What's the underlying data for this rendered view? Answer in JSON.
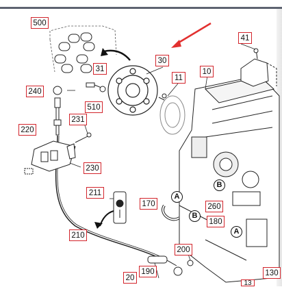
{
  "diagram": {
    "callouts": {
      "c500": "500",
      "c41": "41",
      "c30": "30",
      "c31": "31",
      "c11": "11",
      "c10": "10",
      "c240": "240",
      "c510": "510",
      "c231": "231",
      "c220": "220",
      "c230": "230",
      "c211": "211",
      "c170": "170",
      "c260": "260",
      "c180": "180",
      "c210": "210",
      "c200": "200",
      "c190": "190",
      "c20": "20",
      "c130": "130",
      "c13": "13"
    },
    "markers": {
      "a1": "A",
      "a2": "A",
      "b1": "B",
      "b2": "B"
    }
  },
  "colors": {
    "callout_border": "#d2232a",
    "arrow_red": "#e2302f",
    "line": "#111111"
  }
}
